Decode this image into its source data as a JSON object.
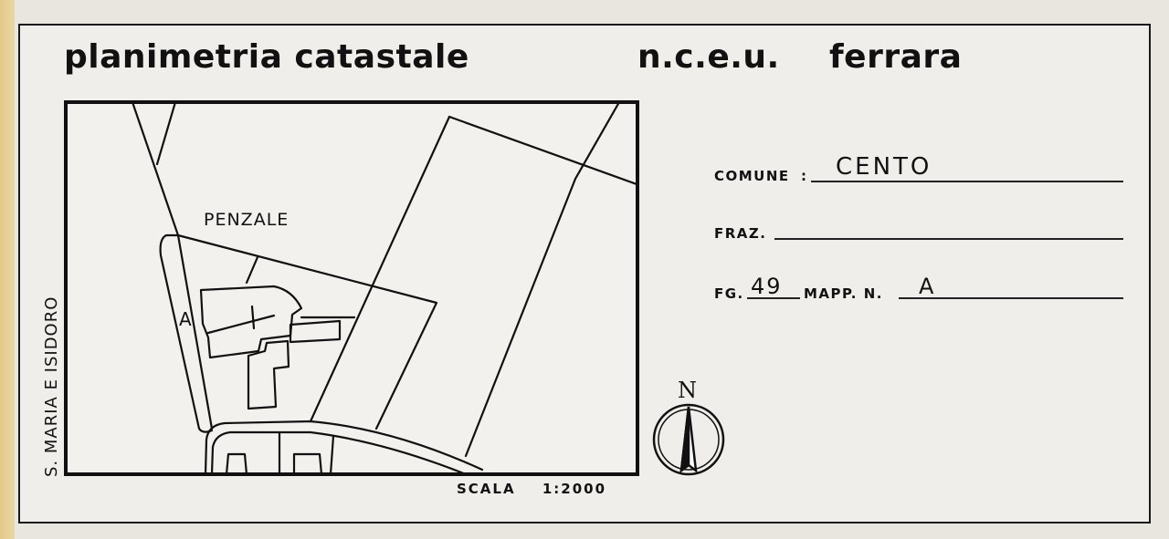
{
  "header": {
    "title_left": "planimetria catastale",
    "title_mid": "n.c.e.u.",
    "title_right": "ferrara"
  },
  "map": {
    "locality_label": "PENZALE",
    "parcel_marker": "A",
    "road_label": "S. MARIA E ISIDORO",
    "scale_label": "SCALA",
    "scale_value": "1:2000"
  },
  "form": {
    "comune_label": "COMUNE",
    "comune_value": "CENTO",
    "fraz_label": "FRAZ.",
    "fraz_value": "",
    "fg_label": "FG.",
    "fg_value": "49",
    "mapp_label": "MAPP. N.",
    "mapp_value": "A"
  },
  "compass": {
    "letter": "N",
    "icon": "north-arrow-icon"
  },
  "colors": {
    "paper": "#f0eeea",
    "ink": "#111111",
    "edge_strip": "#e3c88a"
  }
}
